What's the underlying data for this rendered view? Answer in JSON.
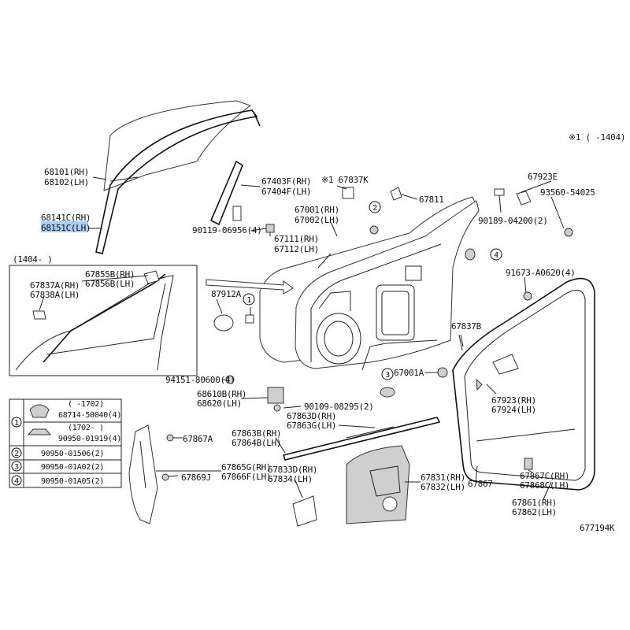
{
  "diagram_id": "677194K",
  "top_note": "※1 (   -1404)",
  "inset_note": "(1404-   )",
  "highlight_color": "#aacdf5",
  "labels": {
    "p68101": "68101(RH)",
    "p68102": "68102(LH)",
    "p68141": "68141C(RH)",
    "p68151": "68151C(LH)",
    "p67403": "67403F(RH)",
    "p67404": "67404F(LH)",
    "p90119": "90119-06956(4)",
    "p67837K": "※1 67837K",
    "p67811": "67811",
    "p67923E": "67923E",
    "p93560": "93560-54025",
    "p90189": "90189-04200(2)",
    "p67001": "67001(RH)",
    "p67002": "67002(LH)",
    "p67111": "67111(RH)",
    "p67112": "67112(LH)",
    "p87912": "87912A",
    "p91673": "91673-A0620(4)",
    "p67855": "67855B(RH)",
    "p67856": "67856B(LH)",
    "p67837A": "67837A(RH)",
    "p67838A": "67838A(LH)",
    "p67837B": "67837B",
    "p67001A": "67001A",
    "p94151": "94151-80600(4)",
    "p68610": "68610B(RH)",
    "p68620": "68620(LH)",
    "p90109": "90109-08295(2)",
    "p67923": "67923(RH)",
    "p67924": "67924(LH)",
    "p67863D": "67863D(RH)",
    "p67863G": "67863G(LH)",
    "p67863B": "67863B(RH)",
    "p67864B": "67864B(LH)",
    "p67867A": "67867A",
    "p67865": "67865G(RH)",
    "p67866": "67866F(LH)",
    "p67869": "67869J",
    "p67833": "67833D(RH)",
    "p67834": "67834(LH)",
    "p67831": "67831(RH)",
    "p67832": "67832(LH)",
    "p67867": "67867",
    "p67867C": "67867C(RH)",
    "p67868C": "67868C(LH)",
    "p67861": "67861(RH)",
    "p67862": "67862(LH)"
  },
  "legend": {
    "rows": [
      {
        "num": "1",
        "date": "(    -1702)",
        "part": "68714-50040(4)"
      },
      {
        "num": "",
        "date": "(1702-    )",
        "part": "90950-01919(4)"
      },
      {
        "num": "2",
        "date": "",
        "part": "90950-01506(2)"
      },
      {
        "num": "3",
        "date": "",
        "part": "90950-01A02(2)"
      },
      {
        "num": "4",
        "date": "",
        "part": "90950-01A05(2)"
      }
    ]
  },
  "callouts": [
    "1",
    "2",
    "3",
    "4"
  ]
}
